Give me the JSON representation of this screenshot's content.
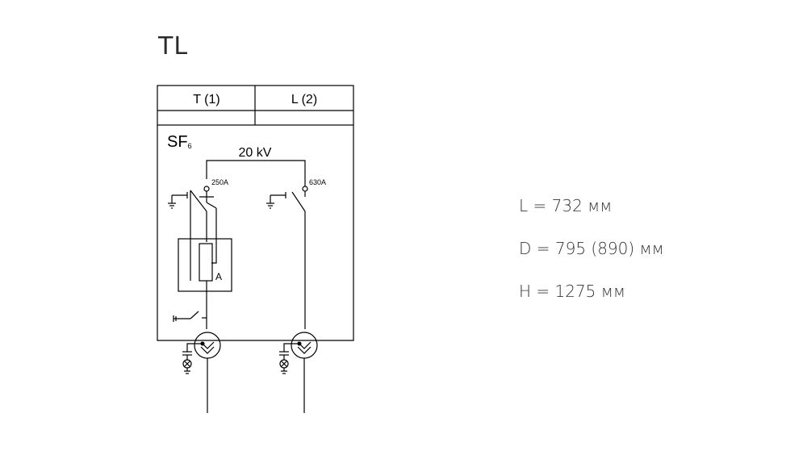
{
  "title": "TL",
  "diagram": {
    "columns": [
      "T (1)",
      "L (2)"
    ],
    "gas_label": "SF",
    "gas_sub": "6",
    "voltage": "20 kV",
    "switch_left_rating": "250A",
    "switch_right_rating": "630A",
    "fuse_label": "A"
  },
  "dimensions": [
    "L = 732 мм",
    "D = 795 (890) мм",
    "H = 1275 мм"
  ]
}
